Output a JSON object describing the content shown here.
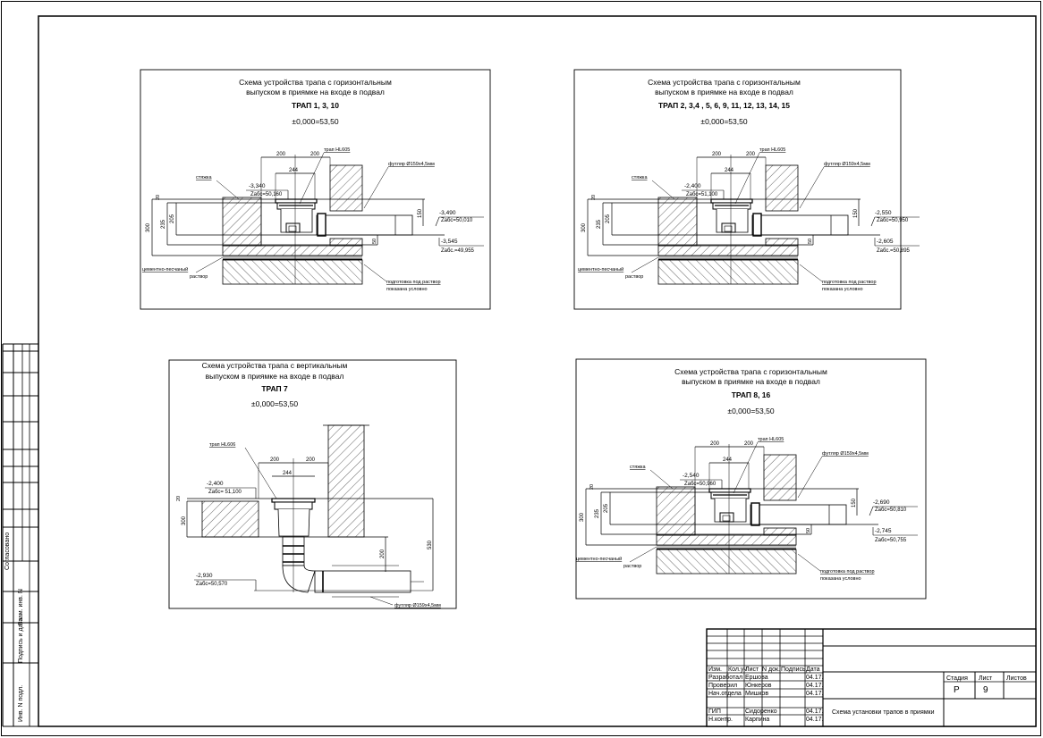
{
  "sheet": {
    "panels": [
      {
        "id": "p1",
        "title1": "Схема устройства трапа с горизонтальным",
        "title2": "выпуском в приямке на входе в подвал",
        "trap": "ТРАП 1, 3, 10",
        "zero": "±0,000=53,50",
        "drain_label": "трап HL605",
        "sleeve_label": "футляр Ø159х4,5мм",
        "screed_label": "стяжка",
        "mortar1": "цементно-песчаный",
        "mortar2": "раствор",
        "prep1": "подготовка под раствор",
        "prep2": "показана условно",
        "top_el": "-3,340",
        "top_abs": "Zабс=50,160",
        "pipe_el": "-3,490",
        "pipe_abs": "Zабс=50,010",
        "bot_el": "-3,545",
        "bot_abs": "Zабс.=49,955",
        "dims": {
          "a": "200",
          "b": "200",
          "c": "244",
          "h300": "300",
          "h235": "235",
          "h205": "205",
          "h20": "20",
          "h150": "150",
          "h50": "50"
        }
      },
      {
        "id": "p2",
        "title1": "Схема устройства трапа с горизонтальным",
        "title2": "выпуском в приямке на входе в подвал",
        "trap": "ТРАП 2, 3,4 , 5, 6, 9, 11, 12, 13, 14, 15",
        "zero": "±0,000=53,50",
        "drain_label": "трап HL605",
        "sleeve_label": "футляр Ø159х4,5мм",
        "screed_label": "стяжка",
        "mortar1": "цементно-песчаный",
        "mortar2": "раствор",
        "prep1": "подготовка под раствор",
        "prep2": "показана условно",
        "top_el": "-2,400",
        "top_abs": "Zабс=51,100",
        "pipe_el": "-2,550",
        "pipe_abs": "Zабс=50,950",
        "bot_el": "-2,605",
        "bot_abs": "Zабс.=50,895",
        "dims": {
          "a": "200",
          "b": "200",
          "c": "244",
          "h300": "300",
          "h235": "235",
          "h205": "205",
          "h20": "20",
          "h150": "150",
          "h50": "50"
        }
      },
      {
        "id": "p4",
        "title1": "Схема устройства трапа с горизонтальным",
        "title2": "выпуском в приямке на входе в подвал",
        "trap": "ТРАП 8, 16",
        "zero": "±0,000=53,50",
        "drain_label": "трап HL605",
        "sleeve_label": "футляр Ø159х4,5мм",
        "screed_label": "стяжка",
        "mortar1": "цементно-песчаный",
        "mortar2": "раствор",
        "prep1": "подготовка под раствор",
        "prep2": "показана условно",
        "top_el": "-2,540",
        "top_abs": "Zабс=50,960",
        "pipe_el": "-2,690",
        "pipe_abs": "Zабс=50,810",
        "bot_el": "-2,745",
        "bot_abs": "Zабс=50,755",
        "dims": {
          "a": "200",
          "b": "200",
          "c": "244",
          "h300": "300",
          "h235": "235",
          "h205": "205",
          "h20": "20",
          "h150": "150",
          "h50": "50"
        }
      }
    ],
    "vertical_panel": {
      "title1": "Схема устройства трапа с вертикальным",
      "title2": "выпуском в приямке на входе в подвал",
      "trap": "ТРАП 7",
      "zero": "±0,000=53,50",
      "drain_label": "трап HL606",
      "sleeve_label": "футляр Ø159х4,5мм",
      "top_el": "-2,400",
      "top_abs": "Zабс= 51,100",
      "pipe_el": "-2,930",
      "pipe_abs": "Zабс=50,570",
      "dims": {
        "a": "200",
        "b": "200",
        "c": "244",
        "h20": "20",
        "h300": "300",
        "h200": "200",
        "h530": "530"
      }
    }
  },
  "left_stamp": {
    "agreed": "Согласовано",
    "replace_inv": "Взам. инв. N",
    "sign_date": "Подпись и дата",
    "inv_orig": "Инв. N подл."
  },
  "title_block": {
    "headers": [
      "Изм.",
      "Кол.уч",
      "Лист",
      "N док.",
      "Подпись",
      "Дата"
    ],
    "rows": [
      {
        "role": "Разработал",
        "name": "Ершова",
        "date": "04.17."
      },
      {
        "role": "Проверил",
        "name": "Юнкеров",
        "date": "04.17."
      },
      {
        "role": "Нач.отдела",
        "name": "Мишков",
        "date": "04.17."
      },
      {
        "role": "ГИП",
        "name": "Сидоренко",
        "date": "04.17."
      },
      {
        "role": "Н.контр.",
        "name": "Карпина",
        "date": "04.17."
      }
    ],
    "stage_label": "Стадия",
    "sheet_label": "Лист",
    "sheets_label": "Листов",
    "stage": "Р",
    "sheet": "9",
    "drawing_title": "Схема установки трапов в приямки"
  }
}
